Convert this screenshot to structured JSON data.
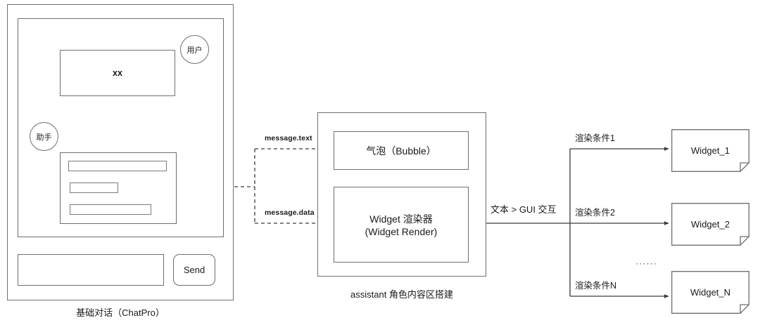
{
  "diagram": {
    "title_unused": "",
    "chat_panel": {
      "caption": "基础对话（ChatPro）",
      "user_avatar": "用户",
      "assistant_avatar": "助手",
      "user_message": "xx",
      "assistant_message_bars": [
        "bar-long",
        "bar-short",
        "bar-medium"
      ],
      "input_placeholder": "",
      "send_label": "Send"
    },
    "assistant_area": {
      "caption": "assistant 角色内容区搭建",
      "bubble_label": "气泡（Bubble）",
      "render_label_cn": "Widget 渲染器",
      "render_label_en": "(Widget Render)"
    },
    "edges": {
      "message_text": "message.text",
      "message_data": "message.data",
      "gui_interaction": "文本 > GUI 交互",
      "condition_1": "渲染条件1",
      "condition_2": "渲染条件2",
      "condition_n": "渲染条件N",
      "ellipsis": "······"
    },
    "widgets": [
      {
        "label": "Widget_1"
      },
      {
        "label": "Widget_2"
      },
      {
        "label": "Widget_N"
      }
    ],
    "colors": {
      "stroke": "#6f6f6f",
      "text": "#1a1a1a",
      "background": "#ffffff"
    }
  }
}
